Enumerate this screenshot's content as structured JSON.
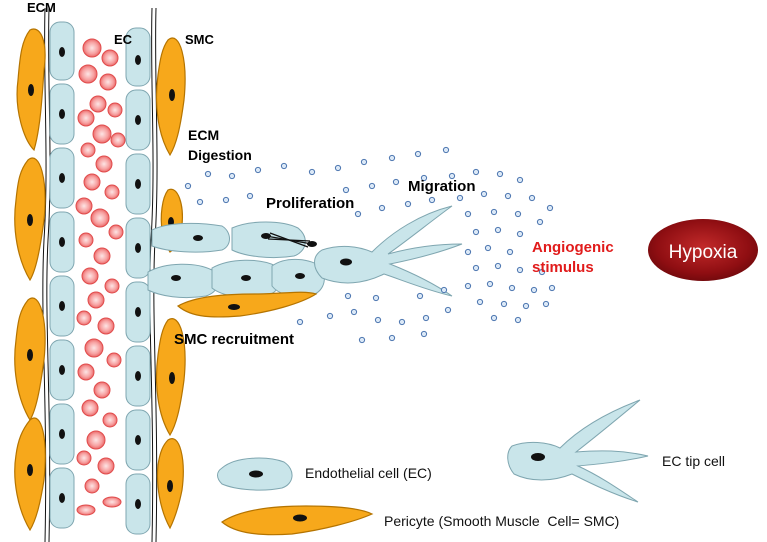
{
  "labels": {
    "ecm": "ECM",
    "ec": "EC",
    "smc": "SMC",
    "ecm_digestion_line1": "ECM",
    "ecm_digestion_line2": "Digestion",
    "proliferation": "Proliferation",
    "migration": "Migration",
    "angiogenic_line1": "Angiogenic",
    "angiogenic_line2": "stimulus",
    "hypoxia": "Hypoxia",
    "smc_recruitment": "SMC recruitment"
  },
  "legend": {
    "endothelial_cell": "Endothelial cell (EC)",
    "ec_tip_cell": "EC tip cell",
    "pericyte": "Pericyte (Smooth Muscle  Cell= SMC)"
  },
  "colors": {
    "ec_fill": "#c9e5ea",
    "ec_stroke": "#7fa6b0",
    "smc_fill": "#f7a81b",
    "smc_stroke": "#b57400",
    "rbc_fill": "#f7b3b3",
    "rbc_stroke": "#e14c4c",
    "dot_fill": "#dce9f7",
    "dot_stroke": "#4d76b0",
    "hypoxia_fill": "#8f0e12",
    "accent_red": "#e11b1b"
  }
}
